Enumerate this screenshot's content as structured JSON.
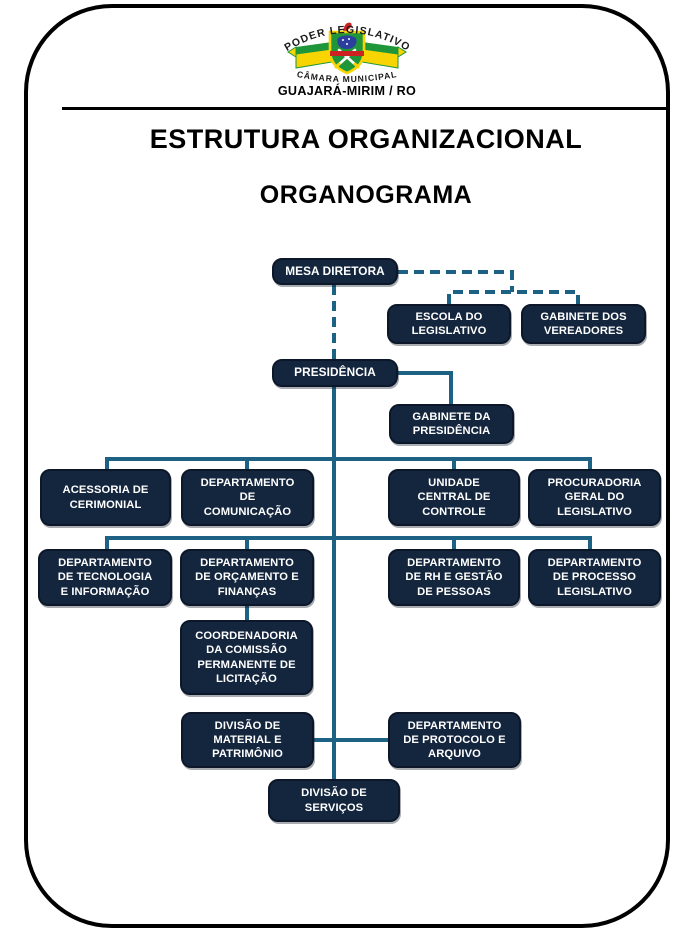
{
  "page": {
    "title_line1": "ESTRUTURA ORGANIZACIONAL",
    "title_line2": "ORGANOGRAMA"
  },
  "logo": {
    "top_text": "PODER LEGISLATIVO",
    "middle_text": "CÂMARA MUNICIPAL",
    "bottom_text": "GUAJARÁ-MIRIM / RO"
  },
  "colors": {
    "node_fill": "#14263e",
    "node_border": "#0c1829",
    "node_text": "#ffffff",
    "connector": "#1d6285",
    "crest_green": "#1f9639",
    "crest_yellow": "#f7d402",
    "crest_red": "#cc2222",
    "crest_blue": "#2d3f9e"
  },
  "nodes": {
    "mesa_diretora": {
      "label": "MESA DIRETORA"
    },
    "escola_legislativo": {
      "label": [
        "ESCOLA DO",
        "LEGISLATIVO"
      ]
    },
    "gabinete_vereadores": {
      "label": [
        "GABINETE DOS",
        "VEREADORES"
      ]
    },
    "presidencia": {
      "label": "PRESIDÊNCIA"
    },
    "gabinete_presidencia": {
      "label": [
        "GABINETE DA",
        "PRESIDÊNCIA"
      ]
    },
    "acessoria_cerimonial": {
      "label": [
        "ACESSORIA DE",
        "CERIMONIAL"
      ]
    },
    "dep_comunicacao": {
      "label": [
        "DEPARTAMENTO",
        "DE",
        "COMUNICAÇÃO"
      ]
    },
    "unidade_central_controle": {
      "label": [
        "UNIDADE",
        "CENTRAL DE",
        "CONTROLE"
      ]
    },
    "procuradoria_geral": {
      "label": [
        "PROCURADORIA",
        "GERAL DO",
        "LEGISLATIVO"
      ]
    },
    "dep_tecnologia": {
      "label": [
        "DEPARTAMENTO",
        "DE TECNOLOGIA",
        "E INFORMAÇÃO"
      ]
    },
    "dep_orcamento": {
      "label": [
        "DEPARTAMENTO",
        "DE ORÇAMENTO E",
        "FINANÇAS"
      ]
    },
    "dep_rh": {
      "label": [
        "DEPARTAMENTO",
        "DE RH E GESTÃO",
        "DE PESSOAS"
      ]
    },
    "dep_processo": {
      "label": [
        "DEPARTAMENTO",
        "DE PROCESSO",
        "LEGISLATIVO"
      ]
    },
    "coordenadoria_licitacao": {
      "label": [
        "COORDENADORIA",
        "DA COMISSÃO",
        "PERMANENTE DE",
        "LICITAÇÃO"
      ]
    },
    "divisao_material": {
      "label": [
        "DIVISÃO DE",
        "MATERIAL E",
        "PATRIMÔNIO"
      ]
    },
    "dep_protocolo": {
      "label": [
        "DEPARTAMENTO",
        "DE PROTOCOLO E",
        "ARQUIVO"
      ]
    },
    "divisao_servicos": {
      "label": [
        "DIVISÃO DE",
        "SERVIÇOS"
      ]
    }
  }
}
